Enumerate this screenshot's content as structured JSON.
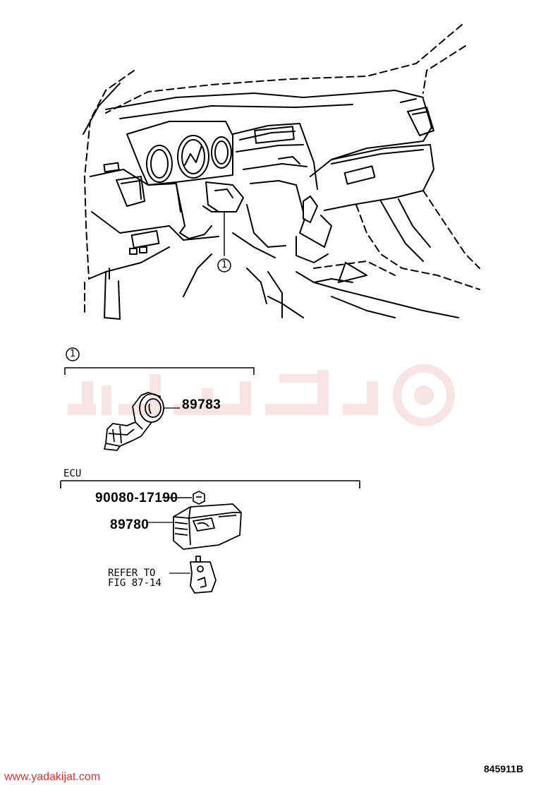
{
  "callouts": {
    "main_ref": "1",
    "group_ref": "1"
  },
  "groups": {
    "ecu": "ECU"
  },
  "parts": {
    "p89783": "89783",
    "p90080": "90080-17190",
    "p89780": "89780"
  },
  "reference": {
    "line1": "REFER TO",
    "line2": "FIG 87-14"
  },
  "footer": {
    "website": "www.yadakijat.com",
    "figure_code": "845911B"
  },
  "colors": {
    "line": "#000000",
    "watermark": "#c02020",
    "website": "#dd3333"
  }
}
